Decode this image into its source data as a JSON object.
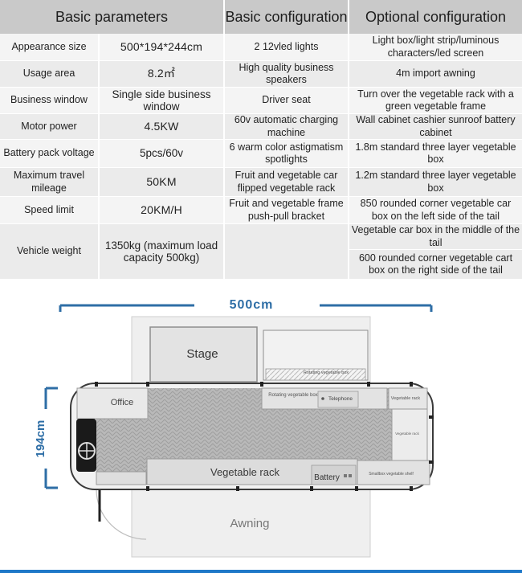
{
  "table": {
    "headers": [
      "Basic parameters",
      "Basic configuration",
      "Optional configuration"
    ],
    "parameters": [
      {
        "label": "Appearance size",
        "value": "500*194*244cm"
      },
      {
        "label": "Usage area",
        "value": "8.2㎡"
      },
      {
        "label": "Business window",
        "value": "Single side business window"
      },
      {
        "label": "Motor power",
        "value": "4.5KW"
      },
      {
        "label": "Battery pack voltage",
        "value": "5pcs/60v"
      },
      {
        "label": "Maximum travel mileage",
        "value": "50KM"
      },
      {
        "label": "Speed limit",
        "value": "20KM/H"
      },
      {
        "label": "Vehicle weight",
        "value": "1350kg (maximum load capacity 500kg)"
      }
    ],
    "configuration": [
      "2 12vled lights",
      "High quality business speakers",
      "Driver seat",
      "60v automatic charging machine",
      "6 warm color astigmatism spotlights",
      "Fruit and vegetable car flipped vegetable rack",
      "Fruit and vegetable frame push-pull bracket"
    ],
    "optional": [
      "Light box/light strip/luminous characters/led screen",
      "4m import awning",
      "Turn over the vegetable rack with a green vegetable frame",
      "Wall cabinet cashier sunroof battery cabinet",
      "1.8m standard three layer vegetable box",
      "1.2m standard three layer vegetable box",
      "850 rounded corner vegetable car box on the left side of the tail",
      "Vegetable car box in the middle of the tail",
      "600 rounded corner vegetable cart box on the right side of the tail"
    ]
  },
  "plan": {
    "length_label": "500cm",
    "width_label": "194cm",
    "labels": {
      "stage": "Stage",
      "office": "Office",
      "rotating_box_top": "Rotating vegetable box",
      "rotating_box_inner": "Rotating vegetable box",
      "telephone": "Telephone",
      "vegetable_rack_small": "Vegetable rack",
      "vegetable_rack_side": "Vegetable rack",
      "vegetable_rack_main": "Vegetable rack",
      "battery": "Battery",
      "shelf": "Smallbox vegetable shelf",
      "awning": "Awning"
    }
  },
  "colors": {
    "header_bg": "#c9c9c9",
    "row_light": "#f4f4f4",
    "row_dark": "#ebebeb",
    "dimension_blue": "#2e6ea6",
    "accent_rule": "#1f78c8"
  }
}
